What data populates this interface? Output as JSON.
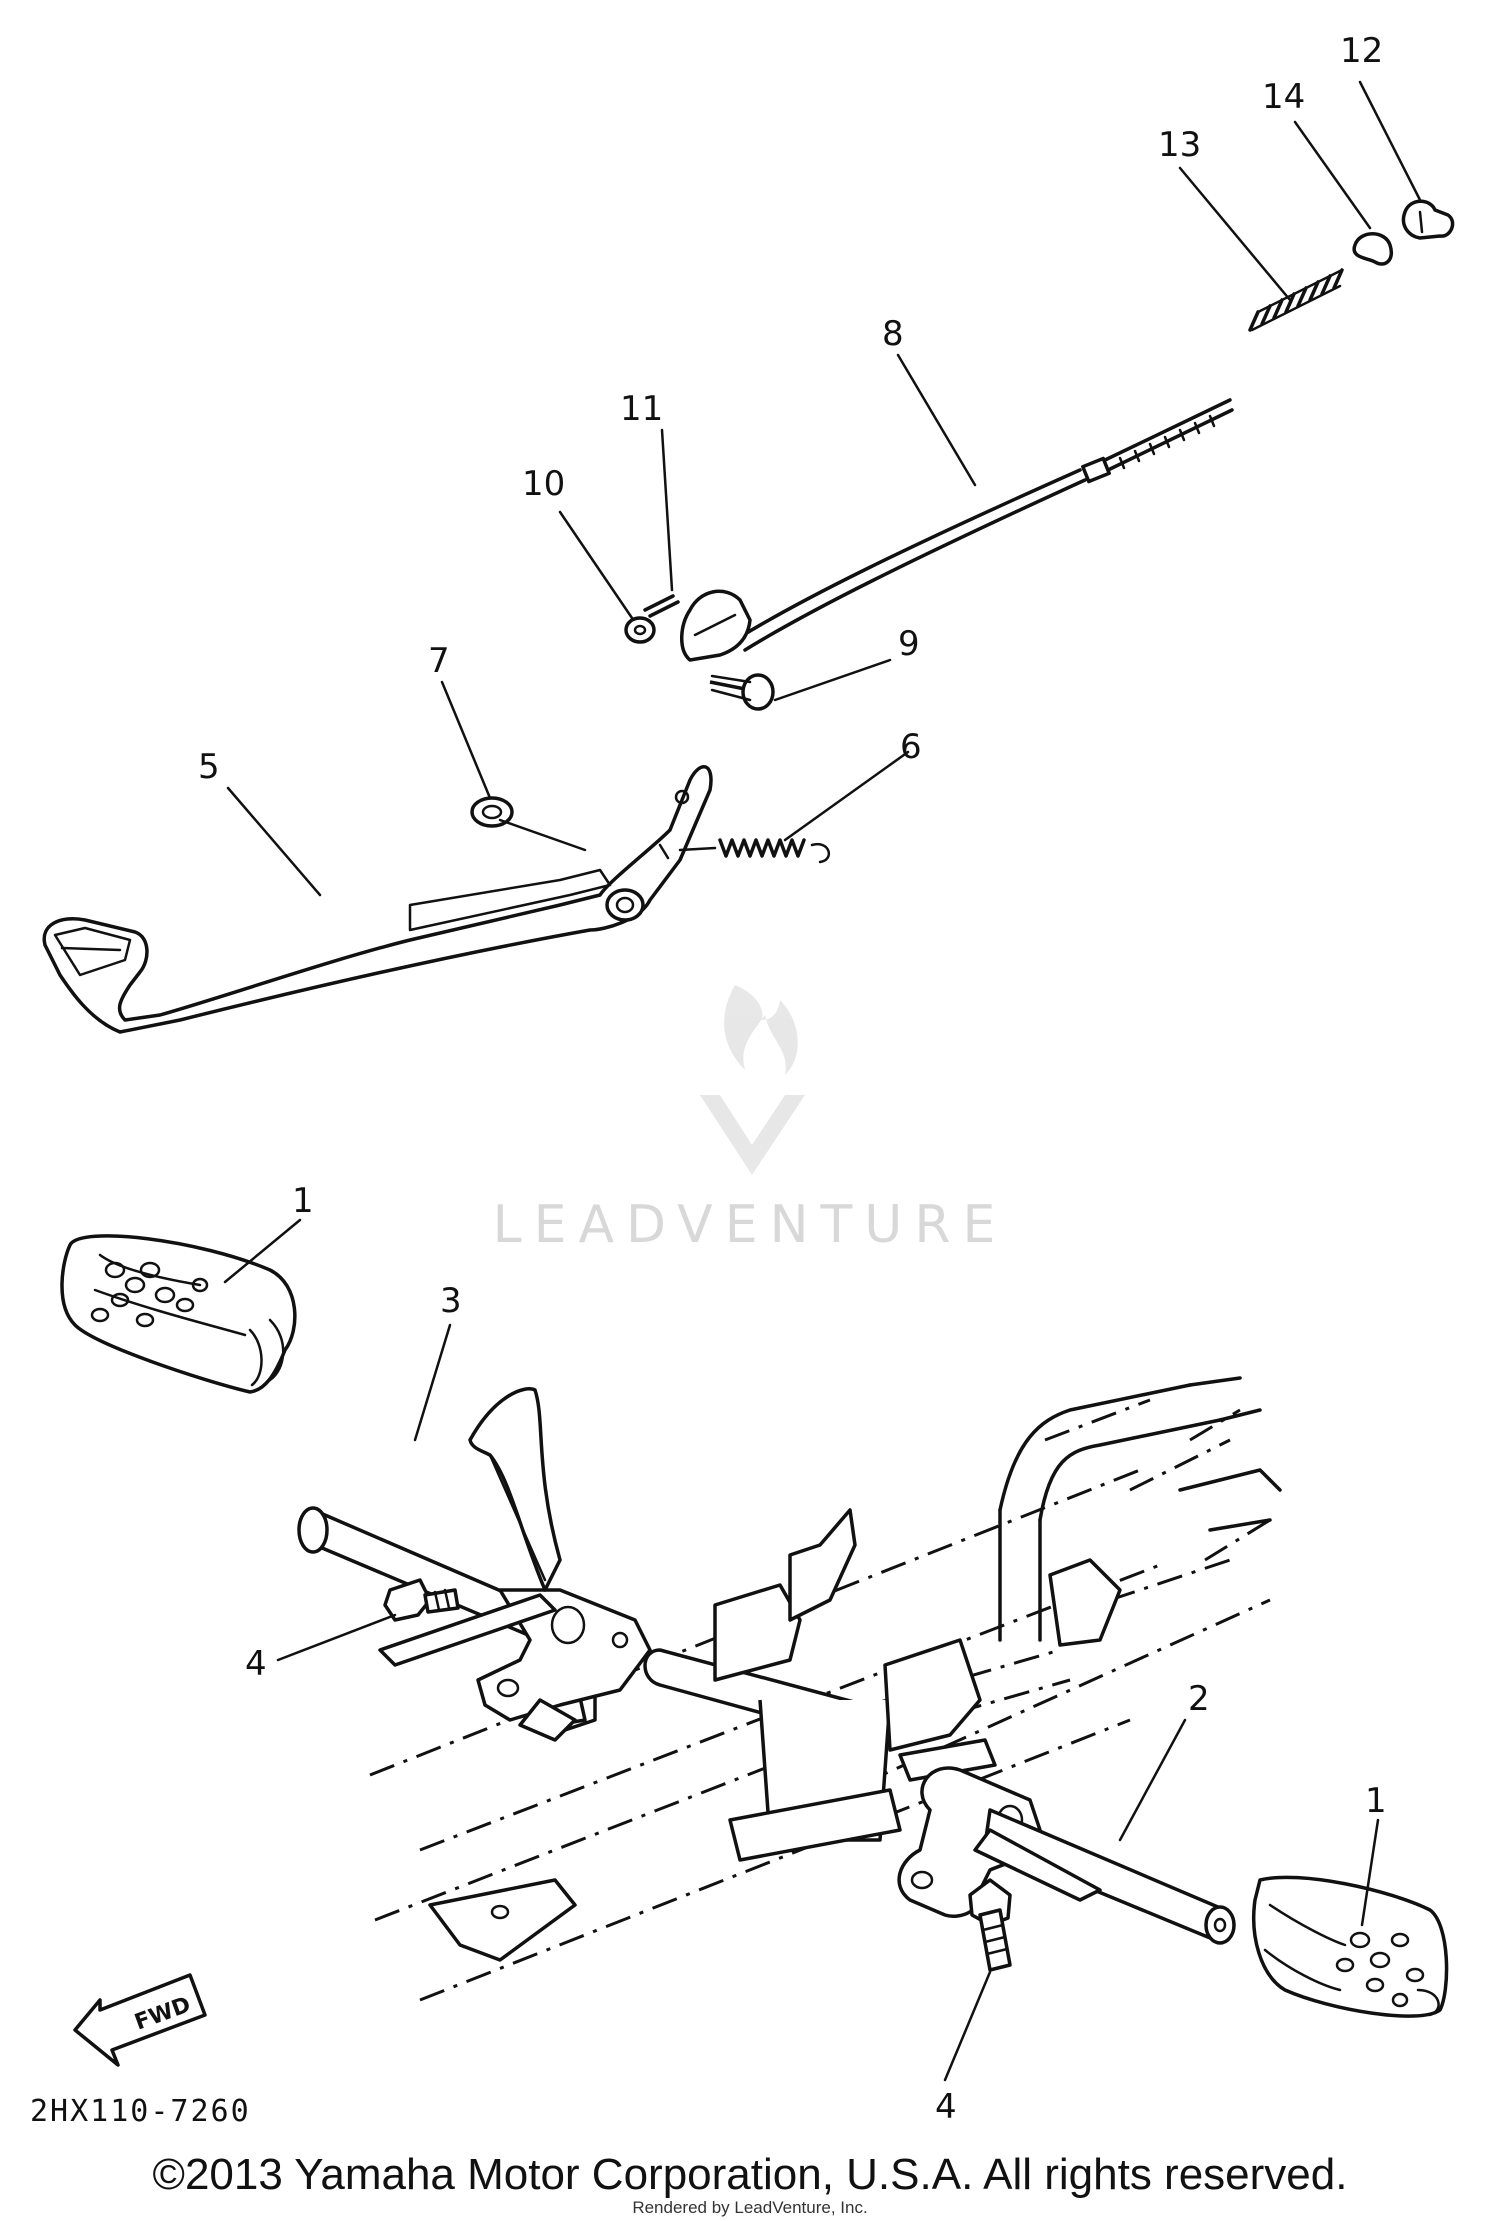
{
  "diagram": {
    "code": "2HX110-7260",
    "fwd_label": "FWD",
    "watermark": "LEADVENTURE",
    "copyright": "©2013 Yamaha Motor Corporation, U.S.A. All rights reserved.",
    "rendered_by": "Rendered by LeadVenture, Inc."
  },
  "callouts": [
    "1",
    "1",
    "2",
    "3",
    "4",
    "4",
    "5",
    "6",
    "7",
    "8",
    "9",
    "10",
    "11",
    "12",
    "13",
    "14"
  ]
}
